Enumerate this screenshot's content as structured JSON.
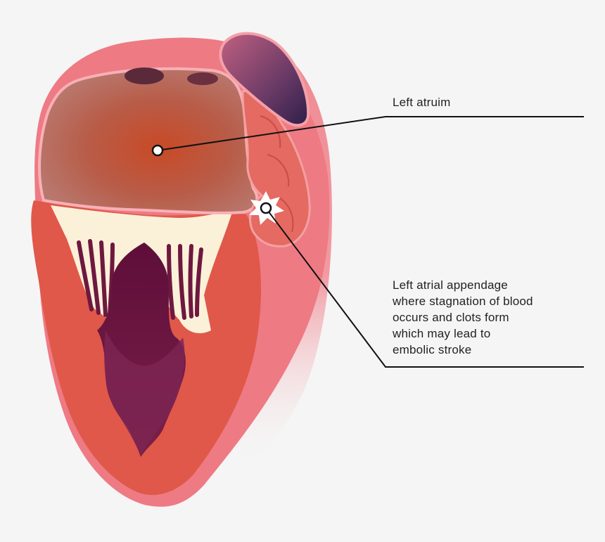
{
  "callouts": {
    "left_atrium": {
      "label": "Left atruim"
    },
    "left_atrial_appendage": {
      "lines": [
        "Left atrial appendage",
        "where stagnation of blood",
        "occurs and clots form",
        "which may lead to",
        "embolic stroke"
      ]
    }
  },
  "colors": {
    "background": "#f5f5f5",
    "heart_wall": "#ee7a84",
    "myocardium": "#e25a4c",
    "atrium_center": "#c94a26",
    "atrium_edge": "#b86a62",
    "chamber_dark": "#6e1840",
    "valve_cream": "#fbf1d8",
    "leader_line": "#111111",
    "label_text": "#222222"
  }
}
